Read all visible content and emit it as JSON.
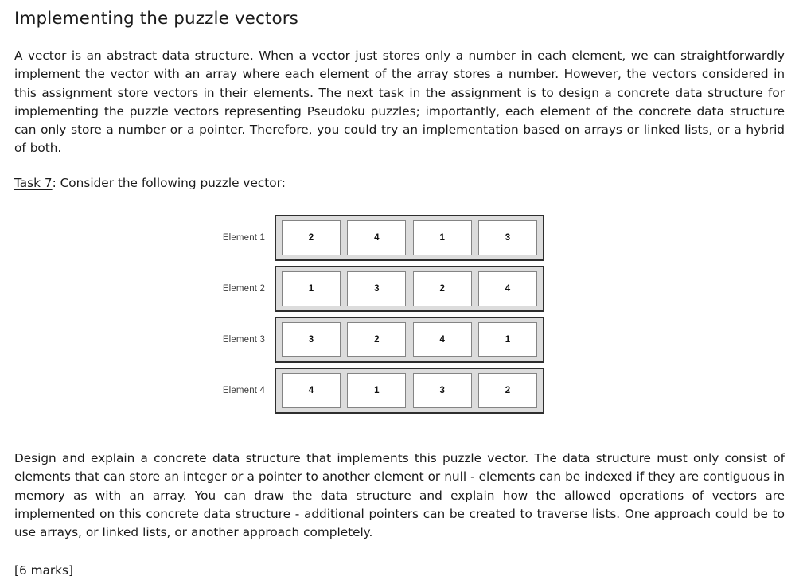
{
  "document": {
    "title": "Implementing the puzzle vectors",
    "intro_paragraph": "A vector is an abstract data structure. When a vector just stores only a number in each element, we can straightforwardly implement the vector with an array where each element of the array stores a number. However, the vectors considered in this assignment store vectors in their elements. The next task in the assignment is to design a concrete data structure for implementing the puzzle vectors representing Pseudoku puzzles; importantly, each element of the concrete data structure can only store a number or a pointer. Therefore, you could try an implementation based on arrays or linked lists, or a hybrid of both.",
    "task": {
      "label": "Task 7",
      "text": ": Consider the following puzzle vector:"
    },
    "design_paragraph": "Design and explain a concrete data structure that implements this puzzle vector. The data structure must only consist of elements that can store an integer or a pointer to another element or null - elements can be indexed if they are contiguous in memory as with an array. You can draw the data structure and explain how the allowed operations of vectors are implemented on this concrete data structure - additional pointers can be created to traverse lists. One approach could be to use arrays, or linked lists, or another approach completely.",
    "marks": "[6 marks]"
  },
  "diagram": {
    "name": "puzzle-vector",
    "colors": {
      "outer_border": "#2e2e2e",
      "outer_fill": "#dcdcdc",
      "cell_border": "#848484",
      "cell_fill": "#ffffff",
      "label_text": "#3a3a3a"
    },
    "rows": [
      {
        "label": "Element 1",
        "cells": [
          "2",
          "4",
          "1",
          "3"
        ]
      },
      {
        "label": "Element 2",
        "cells": [
          "1",
          "3",
          "2",
          "4"
        ]
      },
      {
        "label": "Element 3",
        "cells": [
          "3",
          "2",
          "4",
          "1"
        ]
      },
      {
        "label": "Element 4",
        "cells": [
          "4",
          "1",
          "3",
          "2"
        ]
      }
    ]
  }
}
